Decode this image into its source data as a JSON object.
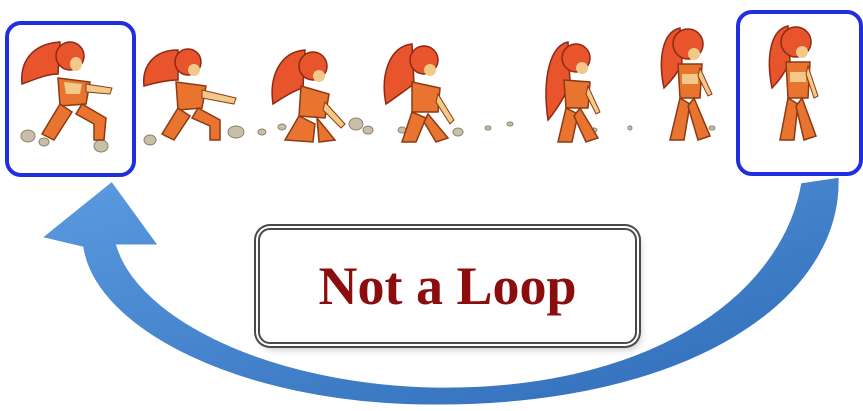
{
  "caption": {
    "text": "Not a Loop",
    "color": "#8b0d0d"
  },
  "highlight_color": "#1f2fe0",
  "arrow_color": "#3f7fcf",
  "character_colors": {
    "hair": "#e8542c",
    "body": "#e8742f",
    "skin": "#f3c98a",
    "dust": "#c9bfa8"
  },
  "frames": [
    {
      "pose": "crouch-low",
      "highlighted": true
    },
    {
      "pose": "crouch-mid",
      "highlighted": false
    },
    {
      "pose": "kneel-bent",
      "highlighted": false
    },
    {
      "pose": "kneel-rise",
      "highlighted": false
    },
    {
      "pose": "stand-rise",
      "highlighted": false
    },
    {
      "pose": "stand-tall",
      "highlighted": false
    },
    {
      "pose": "stand-idle",
      "highlighted": true
    }
  ],
  "arrow": {
    "from_frame": 7,
    "to_frame": 1,
    "direction": "return-to-start"
  }
}
